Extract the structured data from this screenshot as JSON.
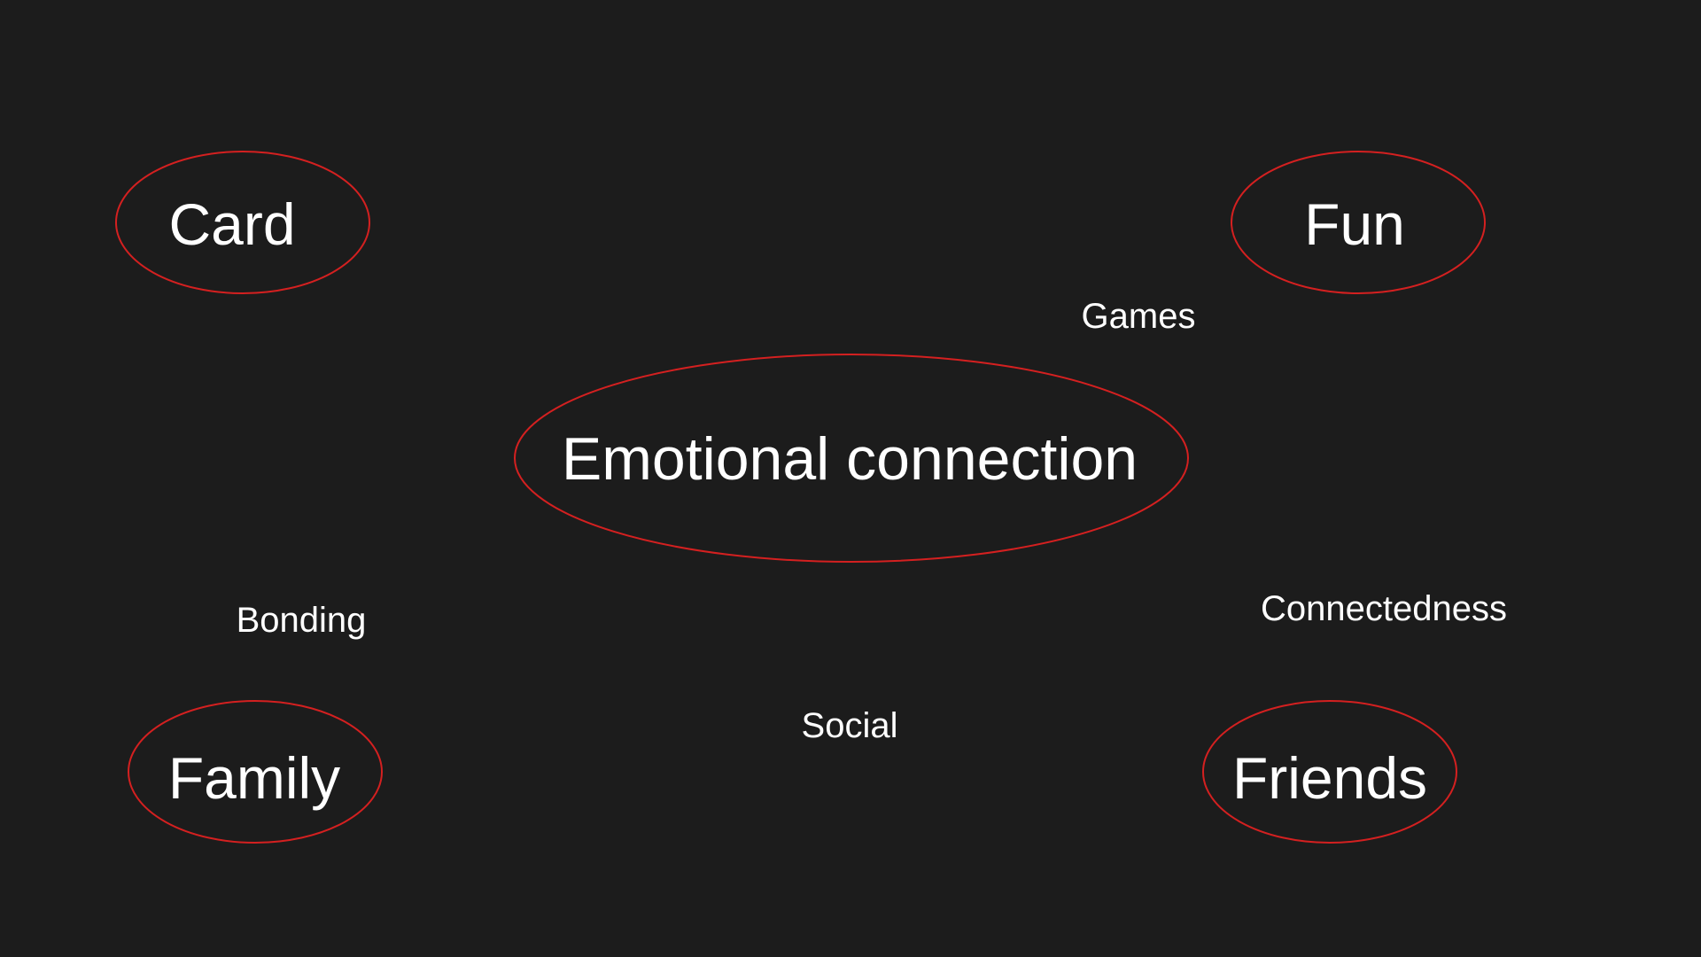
{
  "diagram": {
    "background_color": "#1c1c1c",
    "oval_color": "#d42020",
    "text_color": "#ffffff",
    "nodes": {
      "card": "Card",
      "fun": "Fun",
      "emotional_connection": "Emotional connection",
      "family": "Family",
      "friends": "Friends"
    },
    "link_labels": {
      "games": "Games",
      "bonding": "Bonding",
      "connectedness": "Connectedness",
      "social": "Social"
    }
  }
}
